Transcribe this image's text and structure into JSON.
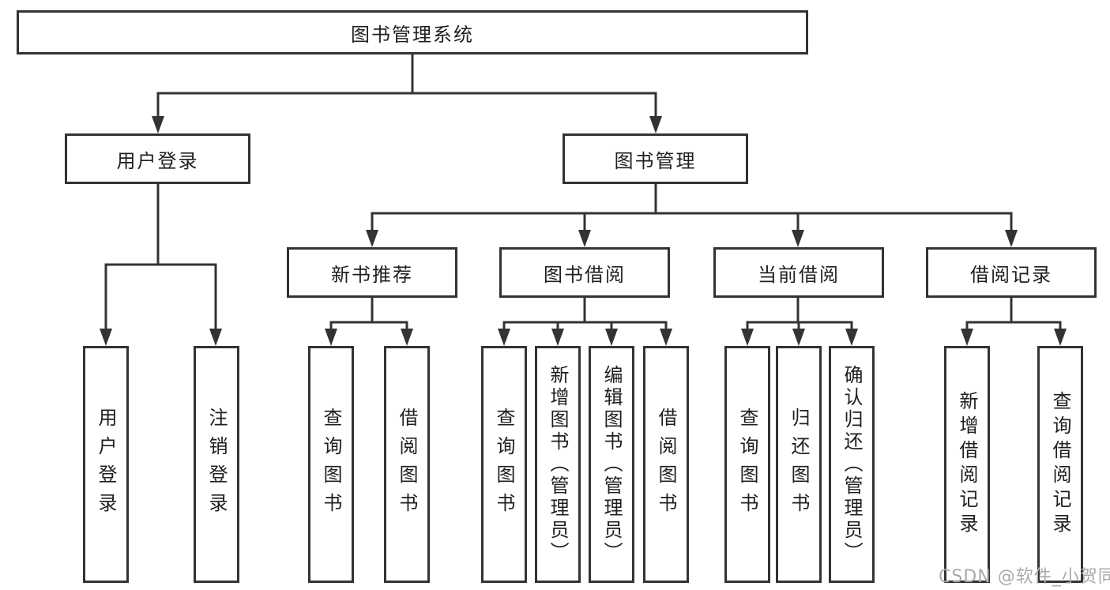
{
  "diagram_type": "hierarchy-tree",
  "colors": {
    "line": "#333333",
    "box_border": "#333333",
    "text": "#1f1f1f",
    "background": "#ffffff",
    "watermark": "#aaaaaa"
  },
  "tree": {
    "root": {
      "label": "图书管理系统",
      "children": [
        {
          "label": "用户登录",
          "children": [
            {
              "label": "用户登录"
            },
            {
              "label": "注销登录"
            }
          ]
        },
        {
          "label": "图书管理",
          "children": [
            {
              "label": "新书推荐",
              "children": [
                {
                  "label": "查询图书"
                },
                {
                  "label": "借阅图书"
                }
              ]
            },
            {
              "label": "图书借阅",
              "children": [
                {
                  "label": "查询图书"
                },
                {
                  "label": "新增图书（管理员）"
                },
                {
                  "label": "编辑图书（管理员）"
                },
                {
                  "label": "借阅图书"
                }
              ]
            },
            {
              "label": "当前借阅",
              "children": [
                {
                  "label": "查询图书"
                },
                {
                  "label": "归还图书"
                },
                {
                  "label": "确认归还（管理员）"
                }
              ]
            },
            {
              "label": "借阅记录",
              "children": [
                {
                  "label": "新增借阅记录"
                },
                {
                  "label": "查询借阅记录"
                }
              ]
            }
          ]
        }
      ]
    }
  },
  "watermark": {
    "text": "CSDN @软件_小贺同学"
  }
}
